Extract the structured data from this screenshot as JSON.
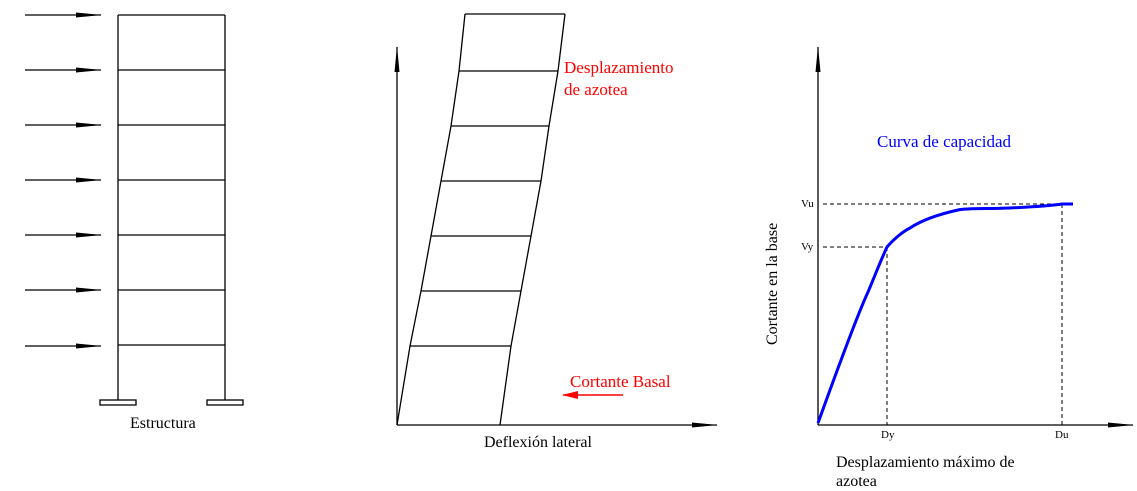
{
  "colors": {
    "line": "#000000",
    "annotation_red": "#ff0000",
    "curve_blue": "#0000ff"
  },
  "panel1": {
    "caption": "Estructura",
    "storeys": 7,
    "load_arrows": 7
  },
  "panel2": {
    "label_roof_line1": "Desplazamiento",
    "label_roof_line2": "de azotea",
    "label_base_shear": "Cortante Basal",
    "x_axis_label": "Deflexión lateral"
  },
  "panel3": {
    "title": "Curva de capacidad",
    "y_axis_label": "Cortante en la base",
    "x_axis_label_line1": "Desplazamiento máximo de",
    "x_axis_label_line2": "azotea",
    "tick_vu": "Vu",
    "tick_vy": "Vy",
    "tick_dy": "Dy",
    "tick_du": "Du"
  }
}
